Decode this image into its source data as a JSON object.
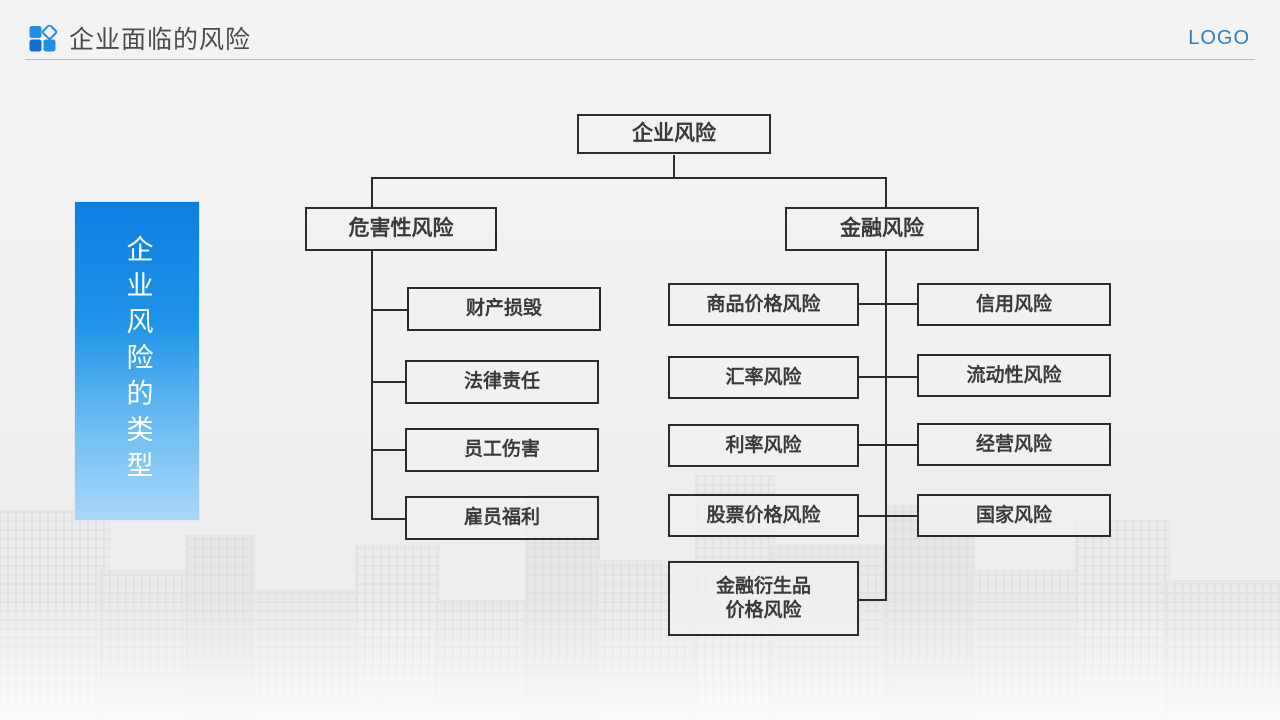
{
  "header": {
    "title": "企业面临的风险",
    "logo": "LOGO",
    "icon": "four-squares-icon"
  },
  "side_panel": {
    "label": "企业风险的类型",
    "gradient_top": "#0a7fe0",
    "gradient_bottom": "#a9d7f8"
  },
  "chart_data": {
    "type": "diagram",
    "title": "企业风险",
    "root": {
      "label": "企业风险"
    },
    "branches": [
      {
        "label": "危害性风险"
      },
      {
        "label": "金融风险"
      }
    ],
    "hazard_leaves": [
      {
        "label": "财产损毁"
      },
      {
        "label": "法律责任"
      },
      {
        "label": "员工伤害"
      },
      {
        "label": "雇员福利"
      }
    ],
    "financial_left_leaves": [
      {
        "label": "商品价格风险"
      },
      {
        "label": "汇率风险"
      },
      {
        "label": "利率风险"
      },
      {
        "label": "股票价格风险"
      },
      {
        "label": "金融衍生品\n价格风险"
      }
    ],
    "financial_right_leaves": [
      {
        "label": "信用风险"
      },
      {
        "label": "流动性风险"
      },
      {
        "label": "经营风险"
      },
      {
        "label": "国家风险"
      }
    ]
  },
  "colors": {
    "accent": "#1f93e8",
    "logo": "#2f7fc4",
    "box_border": "#2b2b2b",
    "text": "#3a3a3a",
    "background": "#f0f0f0"
  }
}
